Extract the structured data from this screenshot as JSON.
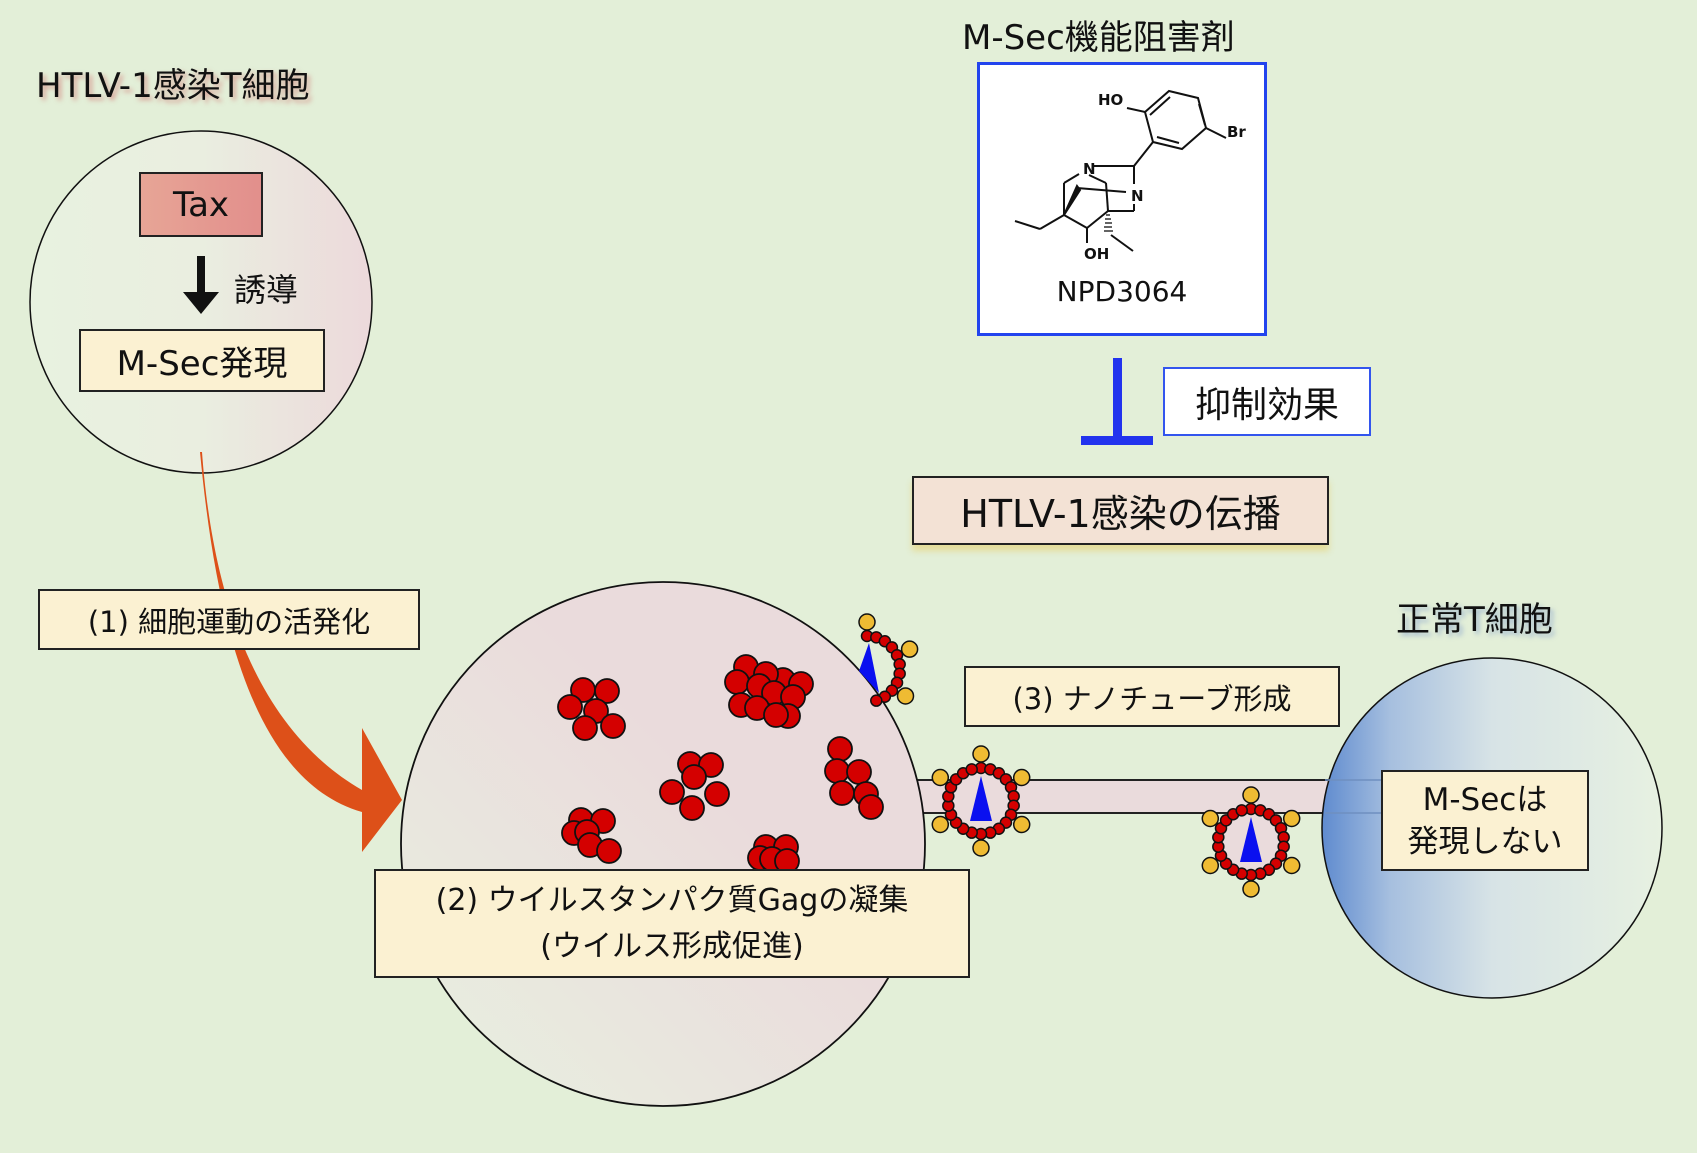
{
  "infected_cell": {
    "title": "HTLV-1感染T細胞",
    "tax_label": "Tax",
    "induction_label": "誘導",
    "msec_expression_label": "M-Sec発現"
  },
  "steps": {
    "step1": "(1) 細胞運動の活発化",
    "step2_line1": "(2) ウイルスタンパク質Gagの凝集",
    "step2_line2": "(ウイルス形成促進)",
    "step3": "(3) ナノチューブ形成"
  },
  "inhibitor": {
    "title": "M-Sec機能阻害剤",
    "compound_name": "NPD3064",
    "atoms": {
      "ho_top": "HO",
      "br": "Br",
      "n1": "N",
      "n2": "N",
      "oh_bottom": "OH"
    },
    "effect_label": "抑制効果",
    "target_label": "HTLV-1感染の伝播"
  },
  "normal_cell": {
    "title": "正常T細胞",
    "status_line1": "M-Secは",
    "status_line2": "発現しない"
  },
  "colors": {
    "background": "#e3efd8",
    "tax_box": "#e4958f",
    "label_box": "#fbf1d2",
    "target_box": "#f3e2d5",
    "arrow_orange": "#dd5019",
    "inhibit_blue": "#2233ee",
    "gag_red": "#d40000",
    "envelope_gold": "#efbb33",
    "normal_cell_blue": "#6f97d2"
  }
}
